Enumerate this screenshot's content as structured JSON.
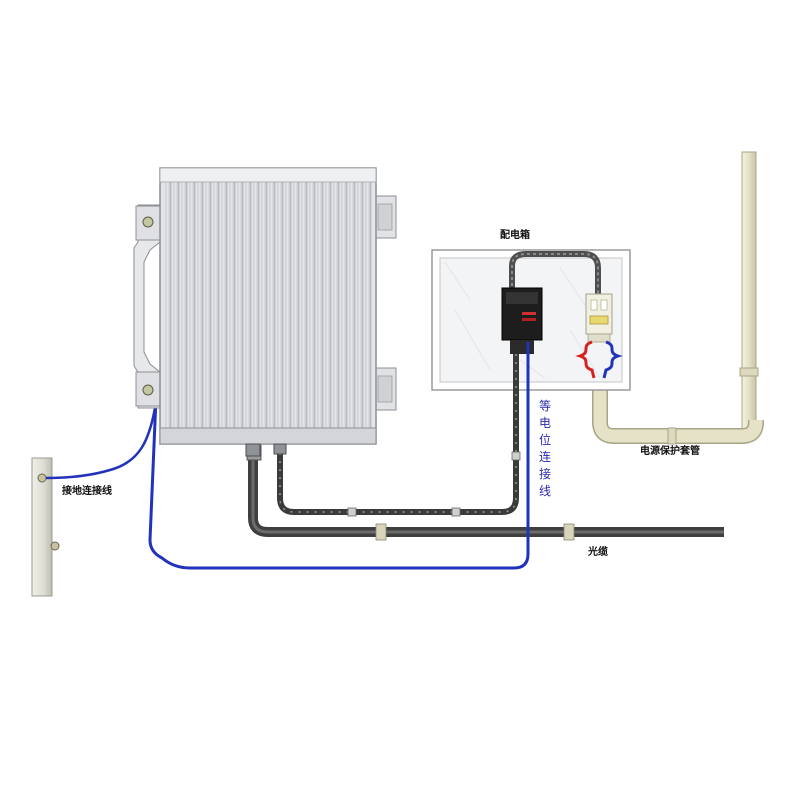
{
  "labels": {
    "distribution_box": "配电箱",
    "power_conduit": "电源保护套管",
    "ground_wire": "接地连接线",
    "equipotential_wire": "等电位连接线",
    "cable": "光缆"
  },
  "colors": {
    "blue_wire": "#2233bb",
    "red_wire": "#d62020",
    "conduit": "#e9e6cf",
    "cable": "#4a4a4a",
    "enclosure": "#c9ccd0"
  }
}
